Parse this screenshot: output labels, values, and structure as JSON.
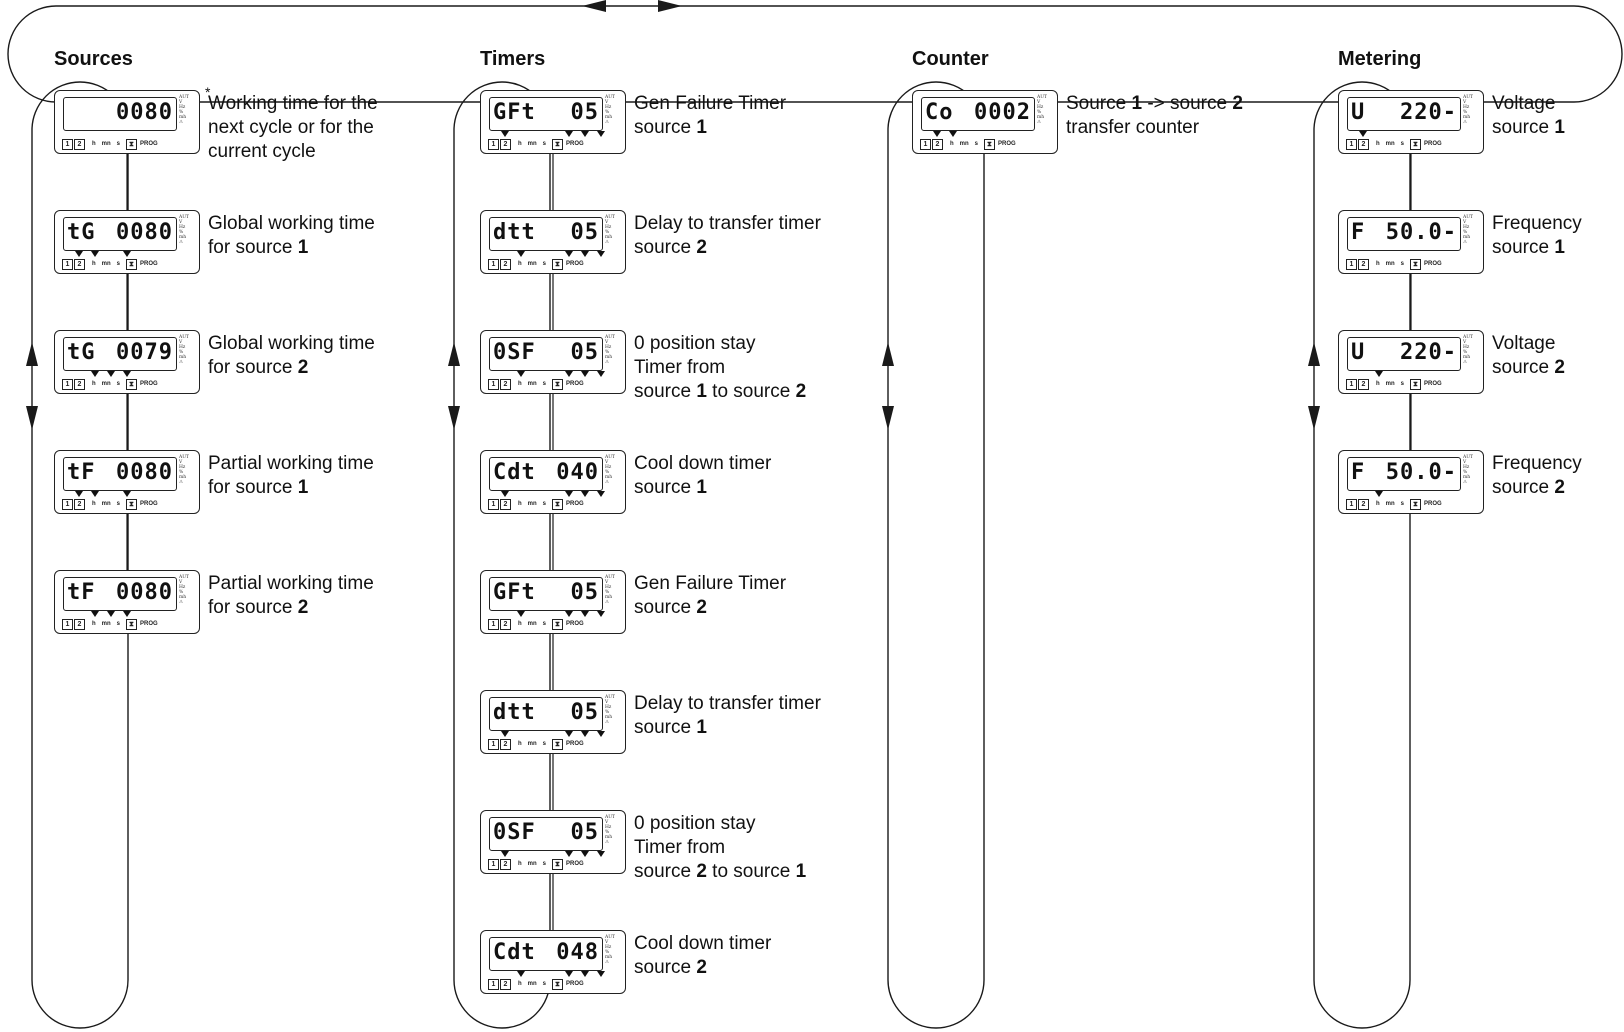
{
  "sections": [
    {
      "title": "Sources",
      "lcds": [
        {
          "left": "",
          "right": "0080",
          "markers": [],
          "caption": "Working time for the\nnext cycle or for the\ncurrent cycle"
        },
        {
          "left": "tG",
          "right": "0080",
          "markers": [
            0,
            1,
            3
          ],
          "caption": "Global working time\nfor source **1**"
        },
        {
          "left": "tG",
          "right": "0079",
          "markers": [
            1,
            2,
            3
          ],
          "caption": "Global working time\nfor source **2**"
        },
        {
          "left": "tF",
          "right": "0080",
          "markers": [
            0,
            1,
            3
          ],
          "caption": "Partial working time\nfor source **1**"
        },
        {
          "left": "tF",
          "right": "0080",
          "markers": [
            1,
            2,
            3
          ],
          "caption": "Partial working time\nfor source **2**"
        }
      ]
    },
    {
      "title": "Timers",
      "lcds": [
        {
          "left": "GFt",
          "right": "05",
          "markers": [
            0,
            4,
            5,
            6
          ],
          "caption": "Gen Failure Timer\nsource **1**"
        },
        {
          "left": "dtt",
          "right": "05",
          "markers": [
            1,
            4,
            5,
            6
          ],
          "caption": "Delay to transfer timer\nsource **2**"
        },
        {
          "left": "0SF",
          "right": "05",
          "markers": [
            1,
            4,
            5,
            6
          ],
          "caption": "0 position stay\nTimer from\nsource **1** to source **2**"
        },
        {
          "left": "Cdt",
          "right": "040",
          "markers": [
            0,
            4,
            5,
            6
          ],
          "caption": "Cool down timer\nsource **1**"
        },
        {
          "left": "GFt",
          "right": "05",
          "markers": [
            1,
            4,
            5,
            6
          ],
          "caption": "Gen Failure Timer\nsource **2**"
        },
        {
          "left": "dtt",
          "right": "05",
          "markers": [
            0,
            4,
            5,
            6
          ],
          "caption": "Delay to transfer timer\nsource **1**"
        },
        {
          "left": "0SF",
          "right": "05",
          "markers": [
            0,
            4,
            5,
            6
          ],
          "caption": "0 position stay\nTimer from\nsource **2** to source **1**"
        },
        {
          "left": "Cdt",
          "right": "048",
          "markers": [
            1,
            4,
            5,
            6
          ],
          "caption": "Cool down timer\nsource **2**"
        }
      ]
    },
    {
      "title": "Counter",
      "lcds": [
        {
          "left": "Co",
          "right": "0002",
          "markers": [
            0,
            1
          ],
          "caption": "Source **1** -> source **2**\ntransfer counter"
        }
      ]
    },
    {
      "title": "Metering",
      "lcds": [
        {
          "left": "U",
          "right": "220-",
          "markers": [
            0
          ],
          "caption": "Voltage\nsource **1**"
        },
        {
          "left": "F",
          "right": "50.0-",
          "markers": [],
          "caption": "Frequency\nsource **1**"
        },
        {
          "left": "U",
          "right": "220-",
          "markers": [
            1
          ],
          "caption": "Voltage\nsource **2**"
        },
        {
          "left": "F",
          "right": "50.0-",
          "markers": [
            1
          ],
          "caption": "Frequency\nsource **2**"
        }
      ]
    }
  ],
  "lcd_bottom": {
    "box1": "1",
    "box2": "2",
    "units": [
      "h",
      "mn",
      "s"
    ],
    "prog": "PROG"
  },
  "lcd_annunciators": [
    "AUT",
    "V",
    "Hz",
    "%",
    "mh",
    "⚠"
  ],
  "footnote_mark": "*",
  "colors": {
    "line": "#1a1a1a",
    "text": "#111111"
  }
}
